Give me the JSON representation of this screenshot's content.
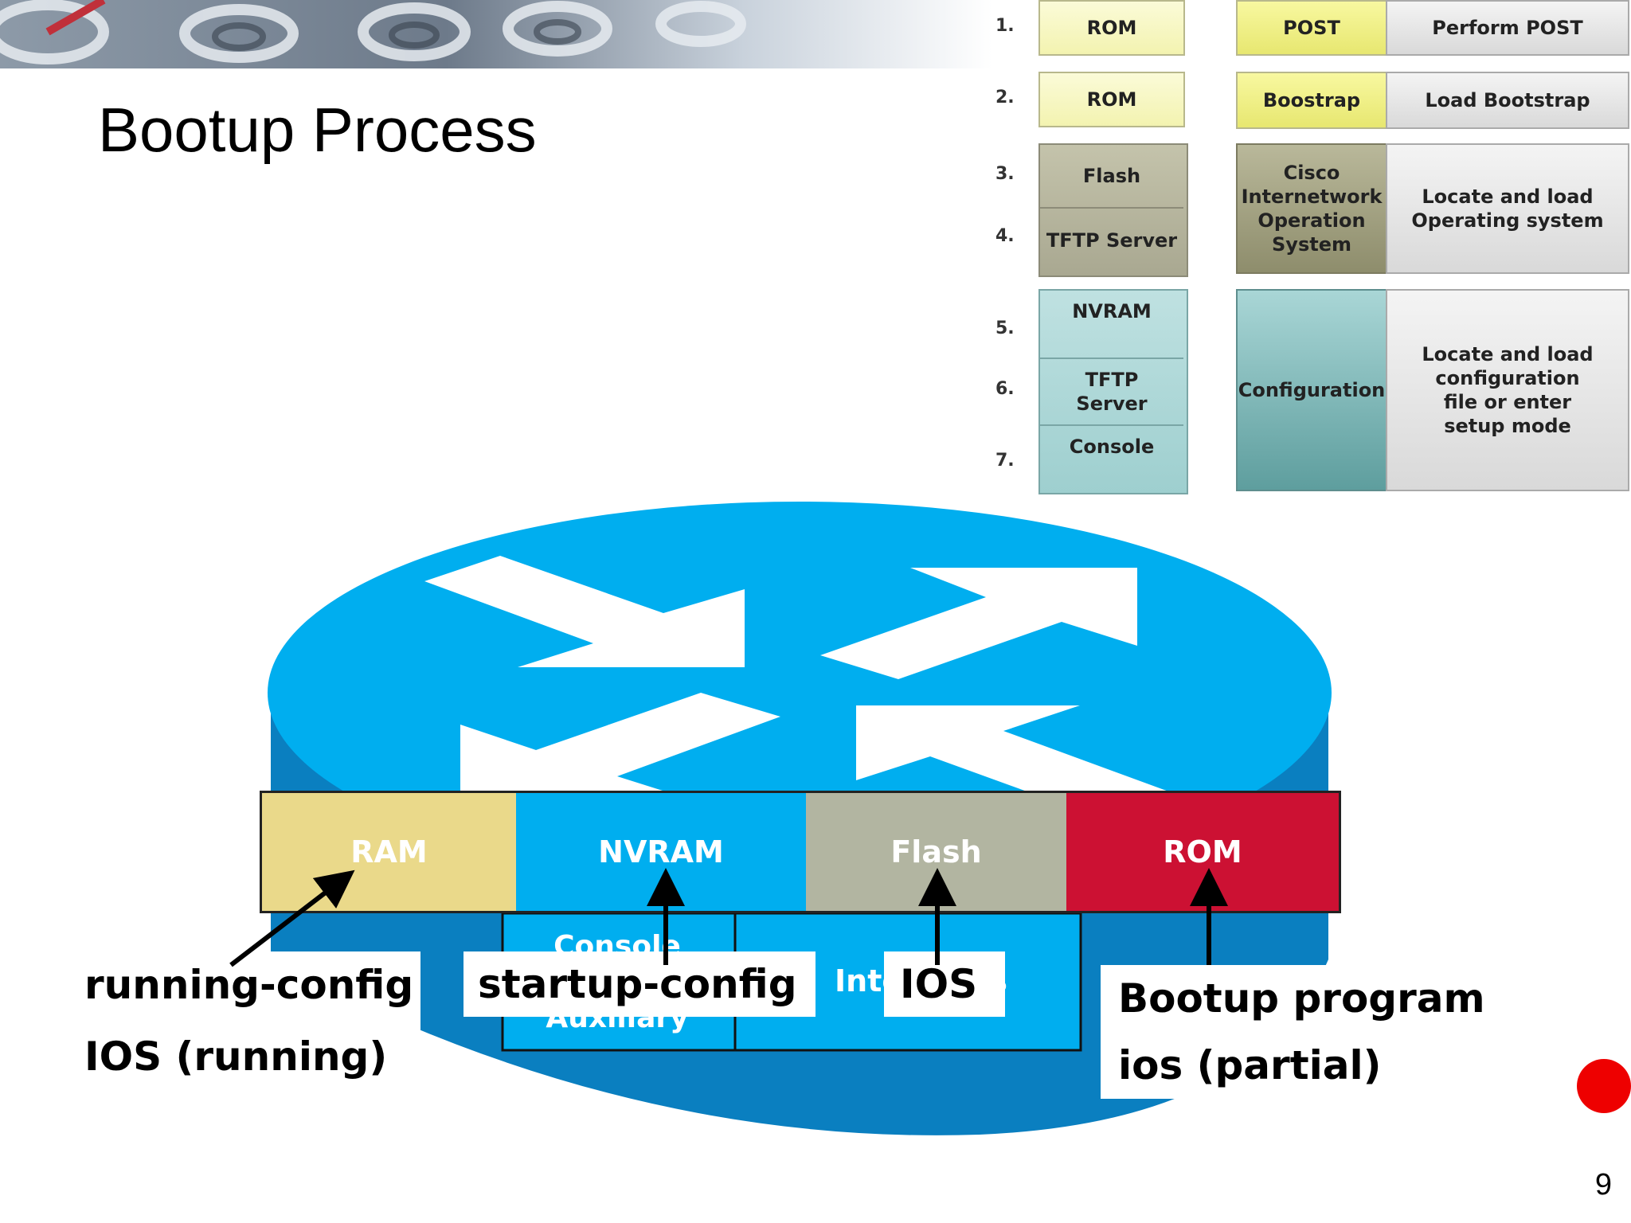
{
  "slide": {
    "title": "Bootup Process",
    "page_number": "9"
  },
  "table": {
    "rows": [
      {
        "num": "1.",
        "location": "ROM",
        "component": "POST",
        "action": "Perform POST"
      },
      {
        "num": "2.",
        "location": "ROM",
        "component": "Boostrap",
        "action": "Load Bootstrap"
      },
      {
        "nums": [
          "3.",
          "4."
        ],
        "locations": [
          "Flash",
          "TFTP Server"
        ],
        "component": "Cisco Internetwork Operation System",
        "action": "Locate and load Operating system"
      },
      {
        "nums": [
          "5.",
          "6.",
          "7."
        ],
        "locations": [
          "NVRAM",
          "TFTP Server",
          "Console"
        ],
        "component": "Configuration",
        "action": "Locate and load configuration file or enter setup mode"
      }
    ]
  },
  "router": {
    "memory": [
      "RAM",
      "NVRAM",
      "Flash",
      "ROM"
    ],
    "ports": [
      "Console",
      "Auxiliary",
      "Interfaces"
    ]
  },
  "callouts": {
    "ram": [
      "running-config",
      "IOS (running)"
    ],
    "nvram": "startup-config",
    "flash": "IOS",
    "rom": [
      "Bootup program",
      "ios (partial)"
    ]
  },
  "colors": {
    "router_blue": "#00aeef",
    "router_side": "#0a7fc0",
    "ram": "#ead98a",
    "flash": "#b2b5a1",
    "rom": "#cc1133",
    "dot": "#ee0000"
  }
}
